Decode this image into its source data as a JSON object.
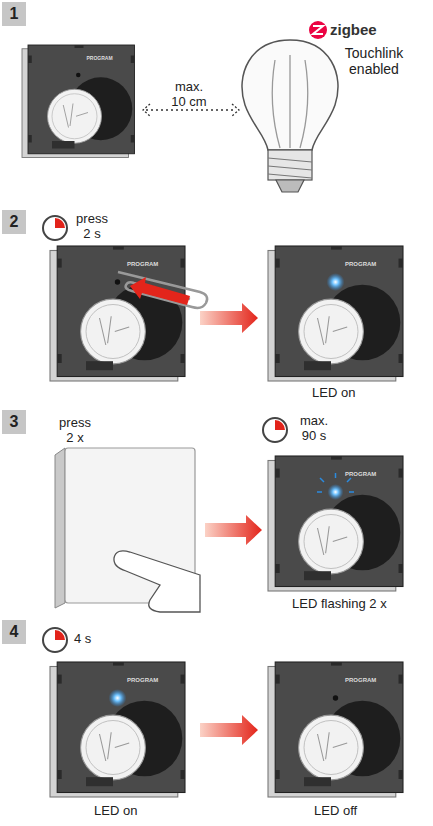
{
  "diagram": {
    "nodes": [
      {
        "text": [
          "1"
        ]
      },
      {
        "text": [
          "2"
        ]
      },
      {
        "text": [
          "3"
        ]
      },
      {
        "text": [
          "4"
        ]
      }
    ],
    "labels": [
      "max. 10 cm",
      "zigbee",
      "Touchlink enabled",
      "PROGRAM",
      "press 2 s",
      "PROGRAM",
      "PROGRAM",
      "LED on",
      "press 2 x",
      "max. 90 s",
      "PROGRAM",
      "LED flashing 2 x",
      "4 s",
      "PROGRAM",
      "LED on",
      "PROGRAM",
      "LED off"
    ]
  }
}
